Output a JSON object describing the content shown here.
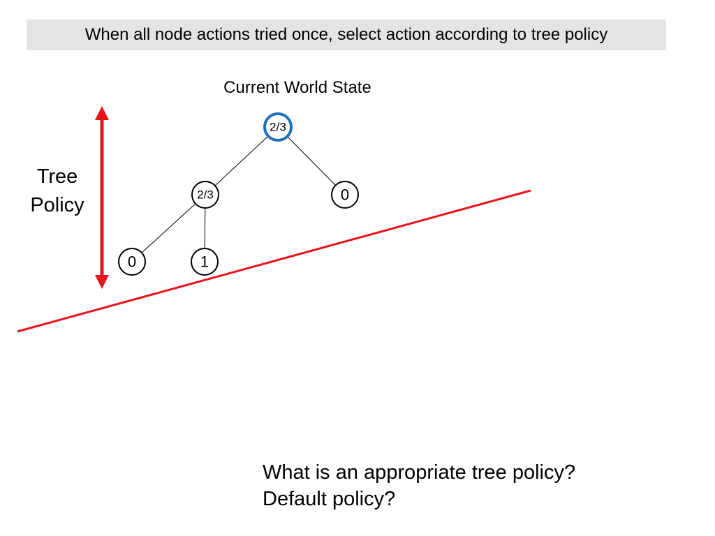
{
  "slide": {
    "title": "When all node actions tried once, select action according to tree policy",
    "root_label": "Current World State",
    "side_label_line1": "Tree",
    "side_label_line2": "Policy",
    "question_line1": "What is an appropriate tree policy?",
    "question_line2": "Default policy?"
  },
  "tree": {
    "nodes": [
      {
        "id": "root",
        "label": "2/3",
        "highlighted": true
      },
      {
        "id": "left",
        "label": "2/3",
        "highlighted": false
      },
      {
        "id": "right",
        "label": "0",
        "highlighted": false
      },
      {
        "id": "left-left",
        "label": "0",
        "highlighted": false
      },
      {
        "id": "left-right",
        "label": "1",
        "highlighted": false
      }
    ],
    "edges": [
      {
        "from": "root",
        "to": "left"
      },
      {
        "from": "root",
        "to": "right"
      },
      {
        "from": "left",
        "to": "left-left"
      },
      {
        "from": "left",
        "to": "left-right"
      }
    ]
  },
  "colors": {
    "title_background": "#e4e4e4",
    "highlight_node": "#1f6fbf",
    "accent_red": "#e8141b",
    "text": "#000000"
  }
}
